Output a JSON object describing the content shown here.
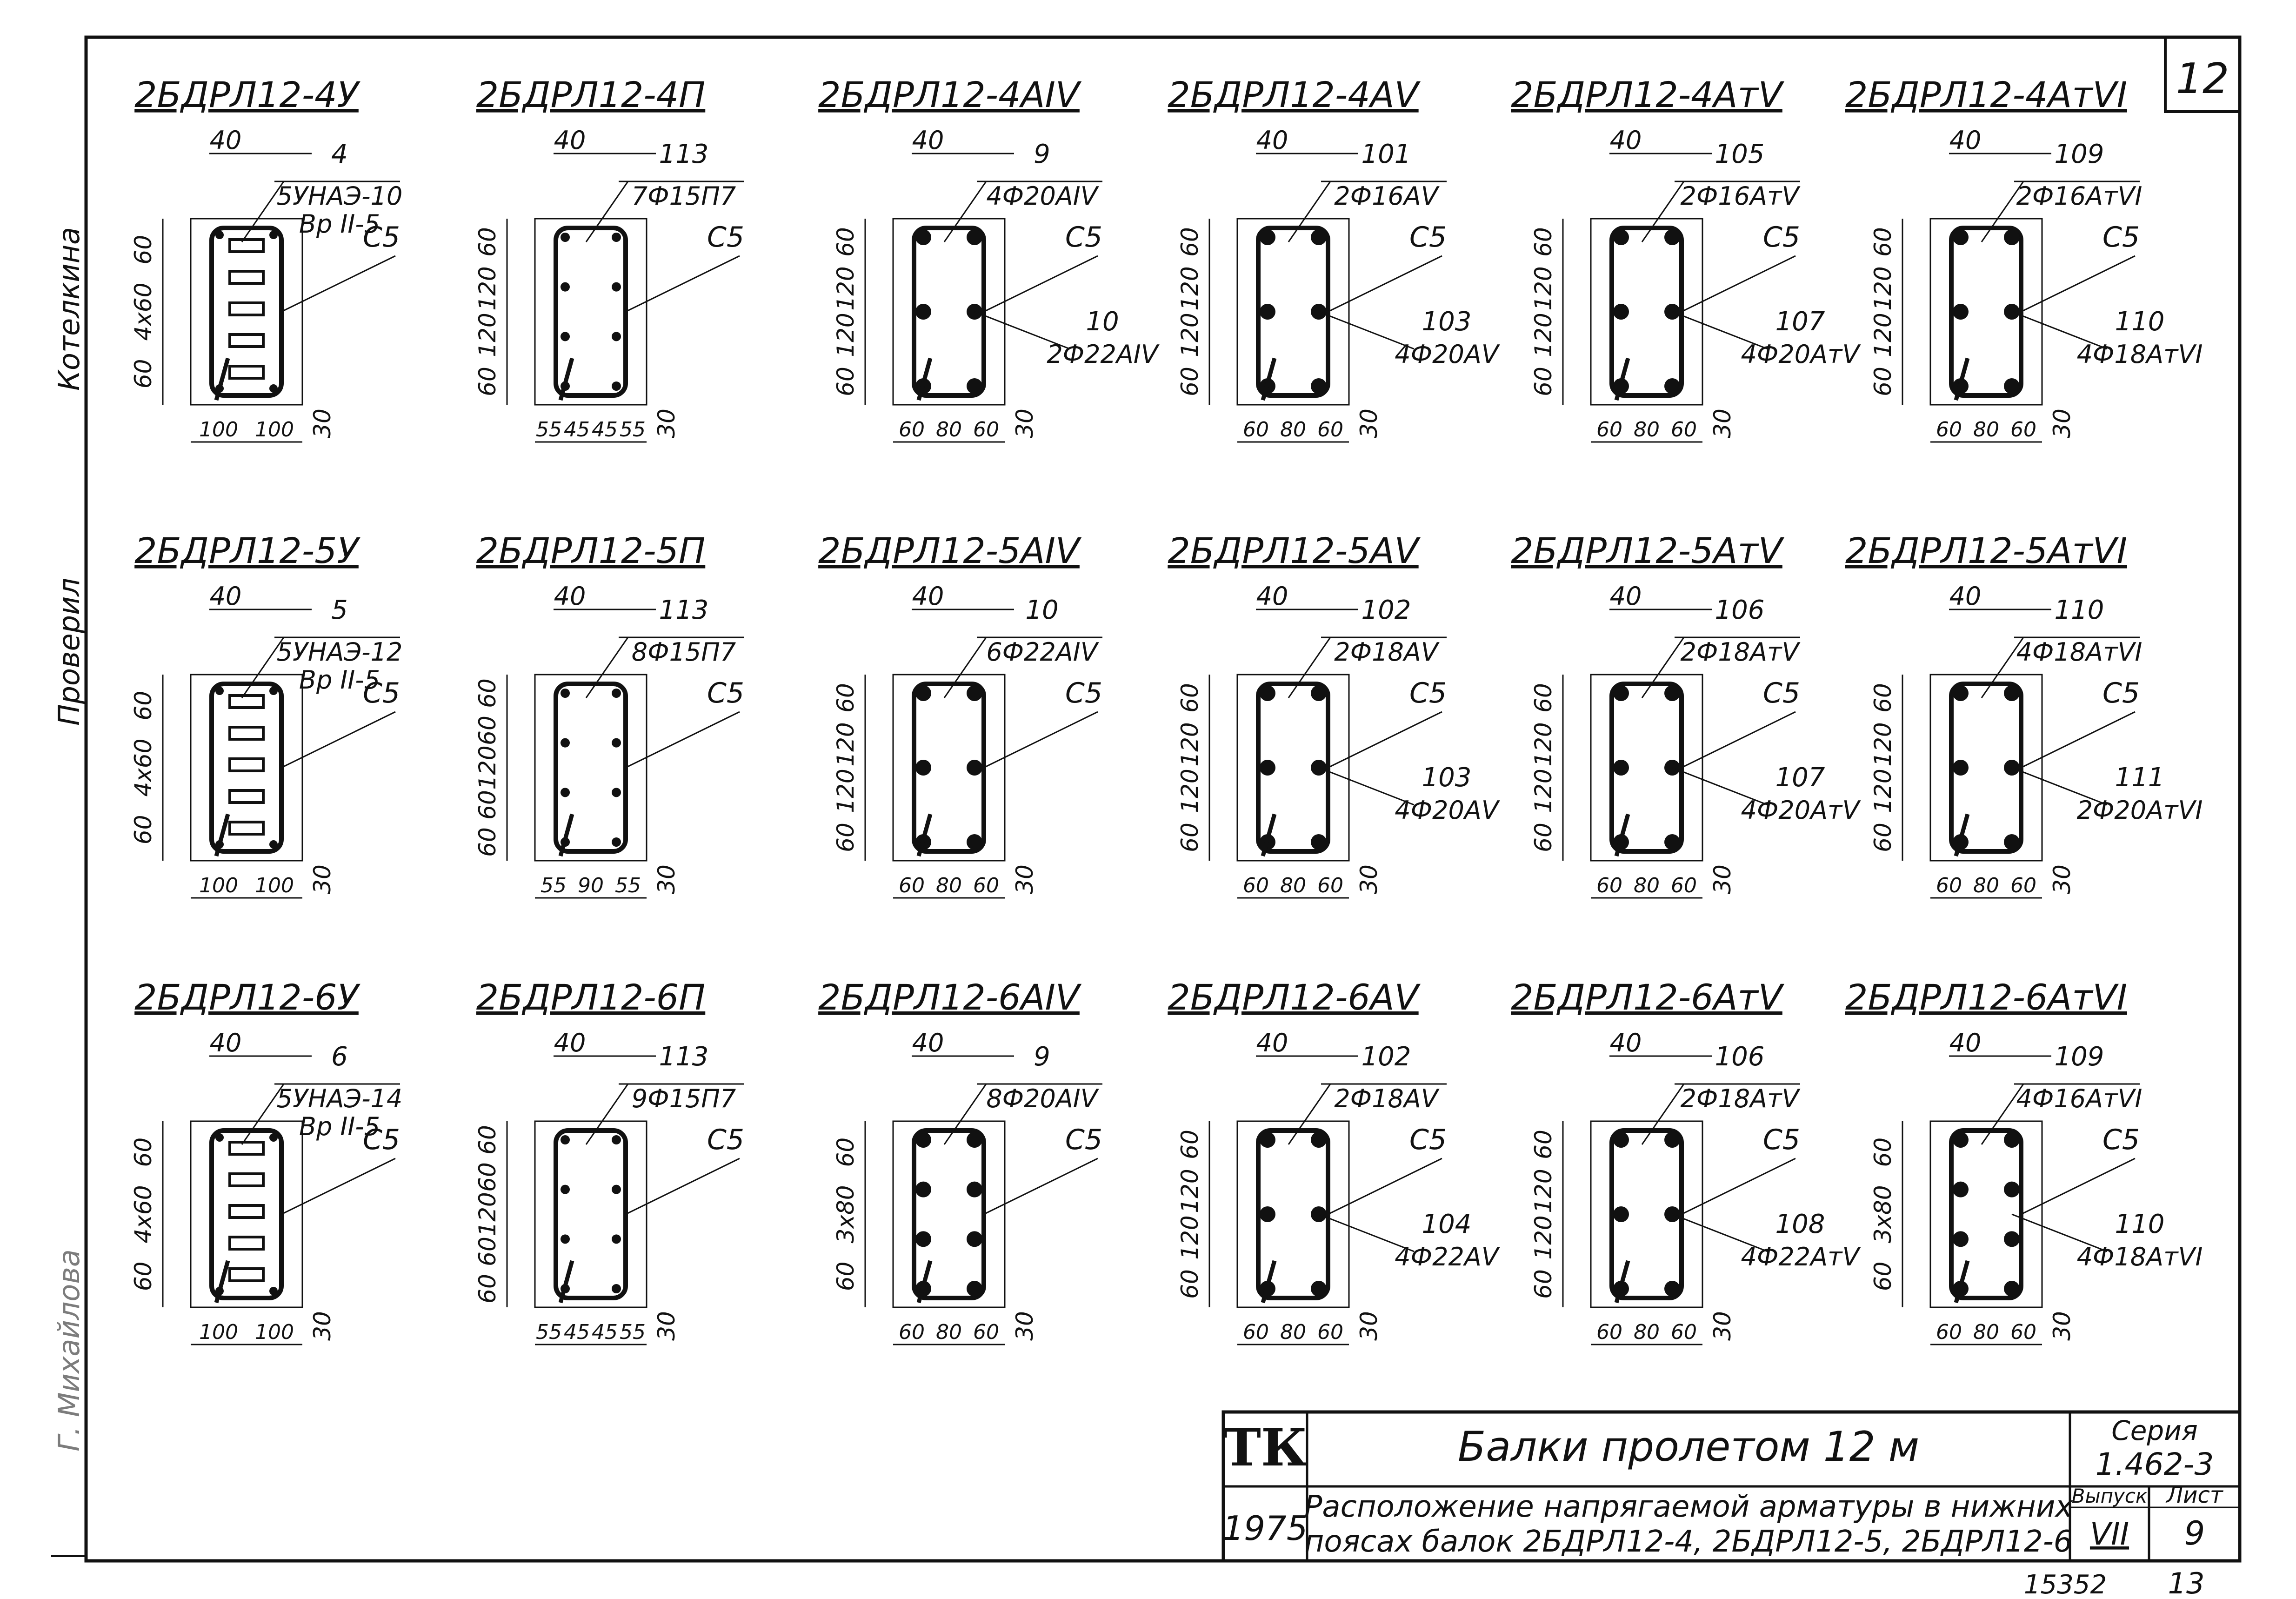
{
  "sheet_number": "12",
  "side_stamp": {
    "checked": "Проверил",
    "checked_name": "Котелкина",
    "bottom_name": "Г. Михайлова"
  },
  "beams": [
    {
      "title": "2БДРЛ12-4У",
      "dims_top": [
        "40"
      ],
      "callout_pos": "4",
      "callout_spec": "5УНАЭ-10",
      "callout_spec2": "Вр II-5",
      "cage": "С5",
      "left_dims": [
        "60",
        "4x60",
        "60"
      ],
      "bottom_dims": [
        "100",
        "100"
      ],
      "cover": "30",
      "type": "strand"
    },
    {
      "title": "2БДРЛ12-4П",
      "dims_top": [
        "40"
      ],
      "callout_pos": "113",
      "callout_spec": "7Ф15П7",
      "callout_spec2": "",
      "cage": "С5",
      "left_dims": [
        "60",
        "120",
        "120",
        "60"
      ],
      "bottom_dims": [
        "55",
        "45",
        "45",
        "55"
      ],
      "cover": "30",
      "type": "wire"
    },
    {
      "title": "2БДРЛ12-4АIV",
      "dims_top": [
        "40"
      ],
      "callout_pos": "9",
      "callout_spec": "4Ф20АIV",
      "callout_spec2": "",
      "extra_pos": "10",
      "extra_spec": "2Ф22АIV",
      "cage": "С5",
      "left_dims": [
        "60",
        "120",
        "120",
        "60"
      ],
      "bottom_dims": [
        "60",
        "80",
        "60"
      ],
      "cover": "30",
      "type": "bar"
    },
    {
      "title": "2БДРЛ12-4АV",
      "dims_top": [
        "40"
      ],
      "callout_pos": "101",
      "callout_spec": "2Ф16АV",
      "callout_spec2": "",
      "extra_pos": "103",
      "extra_spec": "4Ф20АV",
      "cage": "С5",
      "left_dims": [
        "60",
        "120",
        "120",
        "60"
      ],
      "bottom_dims": [
        "60",
        "80",
        "60"
      ],
      "cover": "30",
      "type": "bar"
    },
    {
      "title": "2БДРЛ12-4АтV",
      "dims_top": [
        "40"
      ],
      "callout_pos": "105",
      "callout_spec": "2Ф16АтV",
      "callout_spec2": "",
      "extra_pos": "107",
      "extra_spec": "4Ф20АтV",
      "cage": "С5",
      "left_dims": [
        "60",
        "120",
        "120",
        "60"
      ],
      "bottom_dims": [
        "60",
        "80",
        "60"
      ],
      "cover": "30",
      "type": "bar"
    },
    {
      "title": "2БДРЛ12-4АтVI",
      "dims_top": [
        "40"
      ],
      "callout_pos": "109",
      "callout_spec": "2Ф16АтVI",
      "callout_spec2": "",
      "extra_pos": "110",
      "extra_spec": "4Ф18АтVI",
      "cage": "С5",
      "left_dims": [
        "60",
        "120",
        "120",
        "60"
      ],
      "bottom_dims": [
        "60",
        "80",
        "60"
      ],
      "cover": "30",
      "type": "bar"
    },
    {
      "title": "2БДРЛ12-5У",
      "dims_top": [
        "40"
      ],
      "callout_pos": "5",
      "callout_spec": "5УНАЭ-12",
      "callout_spec2": "Вр II-5",
      "cage": "С5",
      "left_dims": [
        "60",
        "4x60",
        "60"
      ],
      "bottom_dims": [
        "100",
        "100"
      ],
      "cover": "30",
      "type": "strand"
    },
    {
      "title": "2БДРЛ12-5П",
      "dims_top": [
        "40"
      ],
      "callout_pos": "113",
      "callout_spec": "8Ф15П7",
      "callout_spec2": "",
      "cage": "С5",
      "left_dims": [
        "60",
        "60",
        "120",
        "60",
        "60"
      ],
      "bottom_dims": [
        "55",
        "90",
        "55"
      ],
      "cover": "30",
      "type": "wire"
    },
    {
      "title": "2БДРЛ12-5АIV",
      "dims_top": [
        "40"
      ],
      "callout_pos": "10",
      "callout_spec": "6Ф22АIV",
      "callout_spec2": "",
      "cage": "С5",
      "left_dims": [
        "60",
        "120",
        "120",
        "60"
      ],
      "bottom_dims": [
        "60",
        "80",
        "60"
      ],
      "cover": "30",
      "type": "bar"
    },
    {
      "title": "2БДРЛ12-5АV",
      "dims_top": [
        "40"
      ],
      "callout_pos": "102",
      "callout_spec": "2Ф18АV",
      "callout_spec2": "",
      "extra_pos": "103",
      "extra_spec": "4Ф20АV",
      "cage": "С5",
      "left_dims": [
        "60",
        "120",
        "120",
        "60"
      ],
      "bottom_dims": [
        "60",
        "80",
        "60"
      ],
      "cover": "30",
      "type": "bar"
    },
    {
      "title": "2БДРЛ12-5АтV",
      "dims_top": [
        "40"
      ],
      "callout_pos": "106",
      "callout_spec": "2Ф18АтV",
      "callout_spec2": "",
      "extra_pos": "107",
      "extra_spec": "4Ф20АтV",
      "cage": "С5",
      "left_dims": [
        "60",
        "120",
        "120",
        "60"
      ],
      "bottom_dims": [
        "60",
        "80",
        "60"
      ],
      "cover": "30",
      "type": "bar"
    },
    {
      "title": "2БДРЛ12-5АтVI",
      "dims_top": [
        "40"
      ],
      "callout_pos": "110",
      "callout_spec": "4Ф18АтVI",
      "callout_spec2": "",
      "extra_pos": "111",
      "extra_spec": "2Ф20АтVI",
      "cage": "С5",
      "left_dims": [
        "60",
        "120",
        "120",
        "60"
      ],
      "bottom_dims": [
        "60",
        "80",
        "60"
      ],
      "cover": "30",
      "type": "bar"
    },
    {
      "title": "2БДРЛ12-6У",
      "dims_top": [
        "40"
      ],
      "callout_pos": "6",
      "callout_spec": "5УНАЭ-14",
      "callout_spec2": "Вр II-5",
      "cage": "С5",
      "left_dims": [
        "60",
        "4x60",
        "60"
      ],
      "bottom_dims": [
        "100",
        "100"
      ],
      "cover": "30",
      "type": "strand"
    },
    {
      "title": "2БДРЛ12-6П",
      "dims_top": [
        "40"
      ],
      "callout_pos": "113",
      "callout_spec": "9Ф15П7",
      "callout_spec2": "",
      "cage": "С5",
      "left_dims": [
        "60",
        "60",
        "120",
        "60",
        "60"
      ],
      "bottom_dims": [
        "55",
        "45",
        "45",
        "55"
      ],
      "cover": "30",
      "type": "wire"
    },
    {
      "title": "2БДРЛ12-6АIV",
      "dims_top": [
        "40"
      ],
      "callout_pos": "9",
      "callout_spec": "8Ф20АIV",
      "callout_spec2": "",
      "cage": "С5",
      "left_dims": [
        "60",
        "3x80",
        "60"
      ],
      "bottom_dims": [
        "60",
        "80",
        "60"
      ],
      "cover": "30",
      "type": "bar"
    },
    {
      "title": "2БДРЛ12-6АV",
      "dims_top": [
        "40"
      ],
      "callout_pos": "102",
      "callout_spec": "2Ф18АV",
      "callout_spec2": "",
      "extra_pos": "104",
      "extra_spec": "4Ф22АV",
      "cage": "С5",
      "left_dims": [
        "60",
        "120",
        "120",
        "60"
      ],
      "bottom_dims": [
        "60",
        "80",
        "60"
      ],
      "cover": "30",
      "type": "bar"
    },
    {
      "title": "2БДРЛ12-6АтV",
      "dims_top": [
        "40"
      ],
      "callout_pos": "106",
      "callout_spec": "2Ф18АтV",
      "callout_spec2": "",
      "extra_pos": "108",
      "extra_spec": "4Ф22АтV",
      "cage": "С5",
      "left_dims": [
        "60",
        "120",
        "120",
        "60"
      ],
      "bottom_dims": [
        "60",
        "80",
        "60"
      ],
      "cover": "30",
      "type": "bar"
    },
    {
      "title": "2БДРЛ12-6АтVI",
      "dims_top": [
        "40"
      ],
      "callout_pos": "109",
      "callout_spec": "4Ф16АтVI",
      "callout_spec2": "",
      "extra_pos": "110",
      "extra_spec": "4Ф18АтVI",
      "cage": "С5",
      "left_dims": [
        "60",
        "3x80",
        "60"
      ],
      "bottom_dims": [
        "60",
        "80",
        "60"
      ],
      "cover": "30",
      "type": "bar"
    }
  ],
  "title_block": {
    "org": "ТК",
    "year": "1975",
    "title": "Балки пролетом 12 м",
    "description_line1": "Расположение напрягаемой арматуры в нижних",
    "description_line2": "поясах балок 2БДРЛ12-4, 2БДРЛ12-5, 2БДРЛ12-6",
    "series_label": "Серия",
    "series_value": "1.462-3",
    "issue_label": "Выпуск",
    "issue_value": "VII",
    "sheet_label": "Лист",
    "sheet_value": "9"
  },
  "footer": {
    "archive_no": "15352",
    "page_no": "13"
  }
}
